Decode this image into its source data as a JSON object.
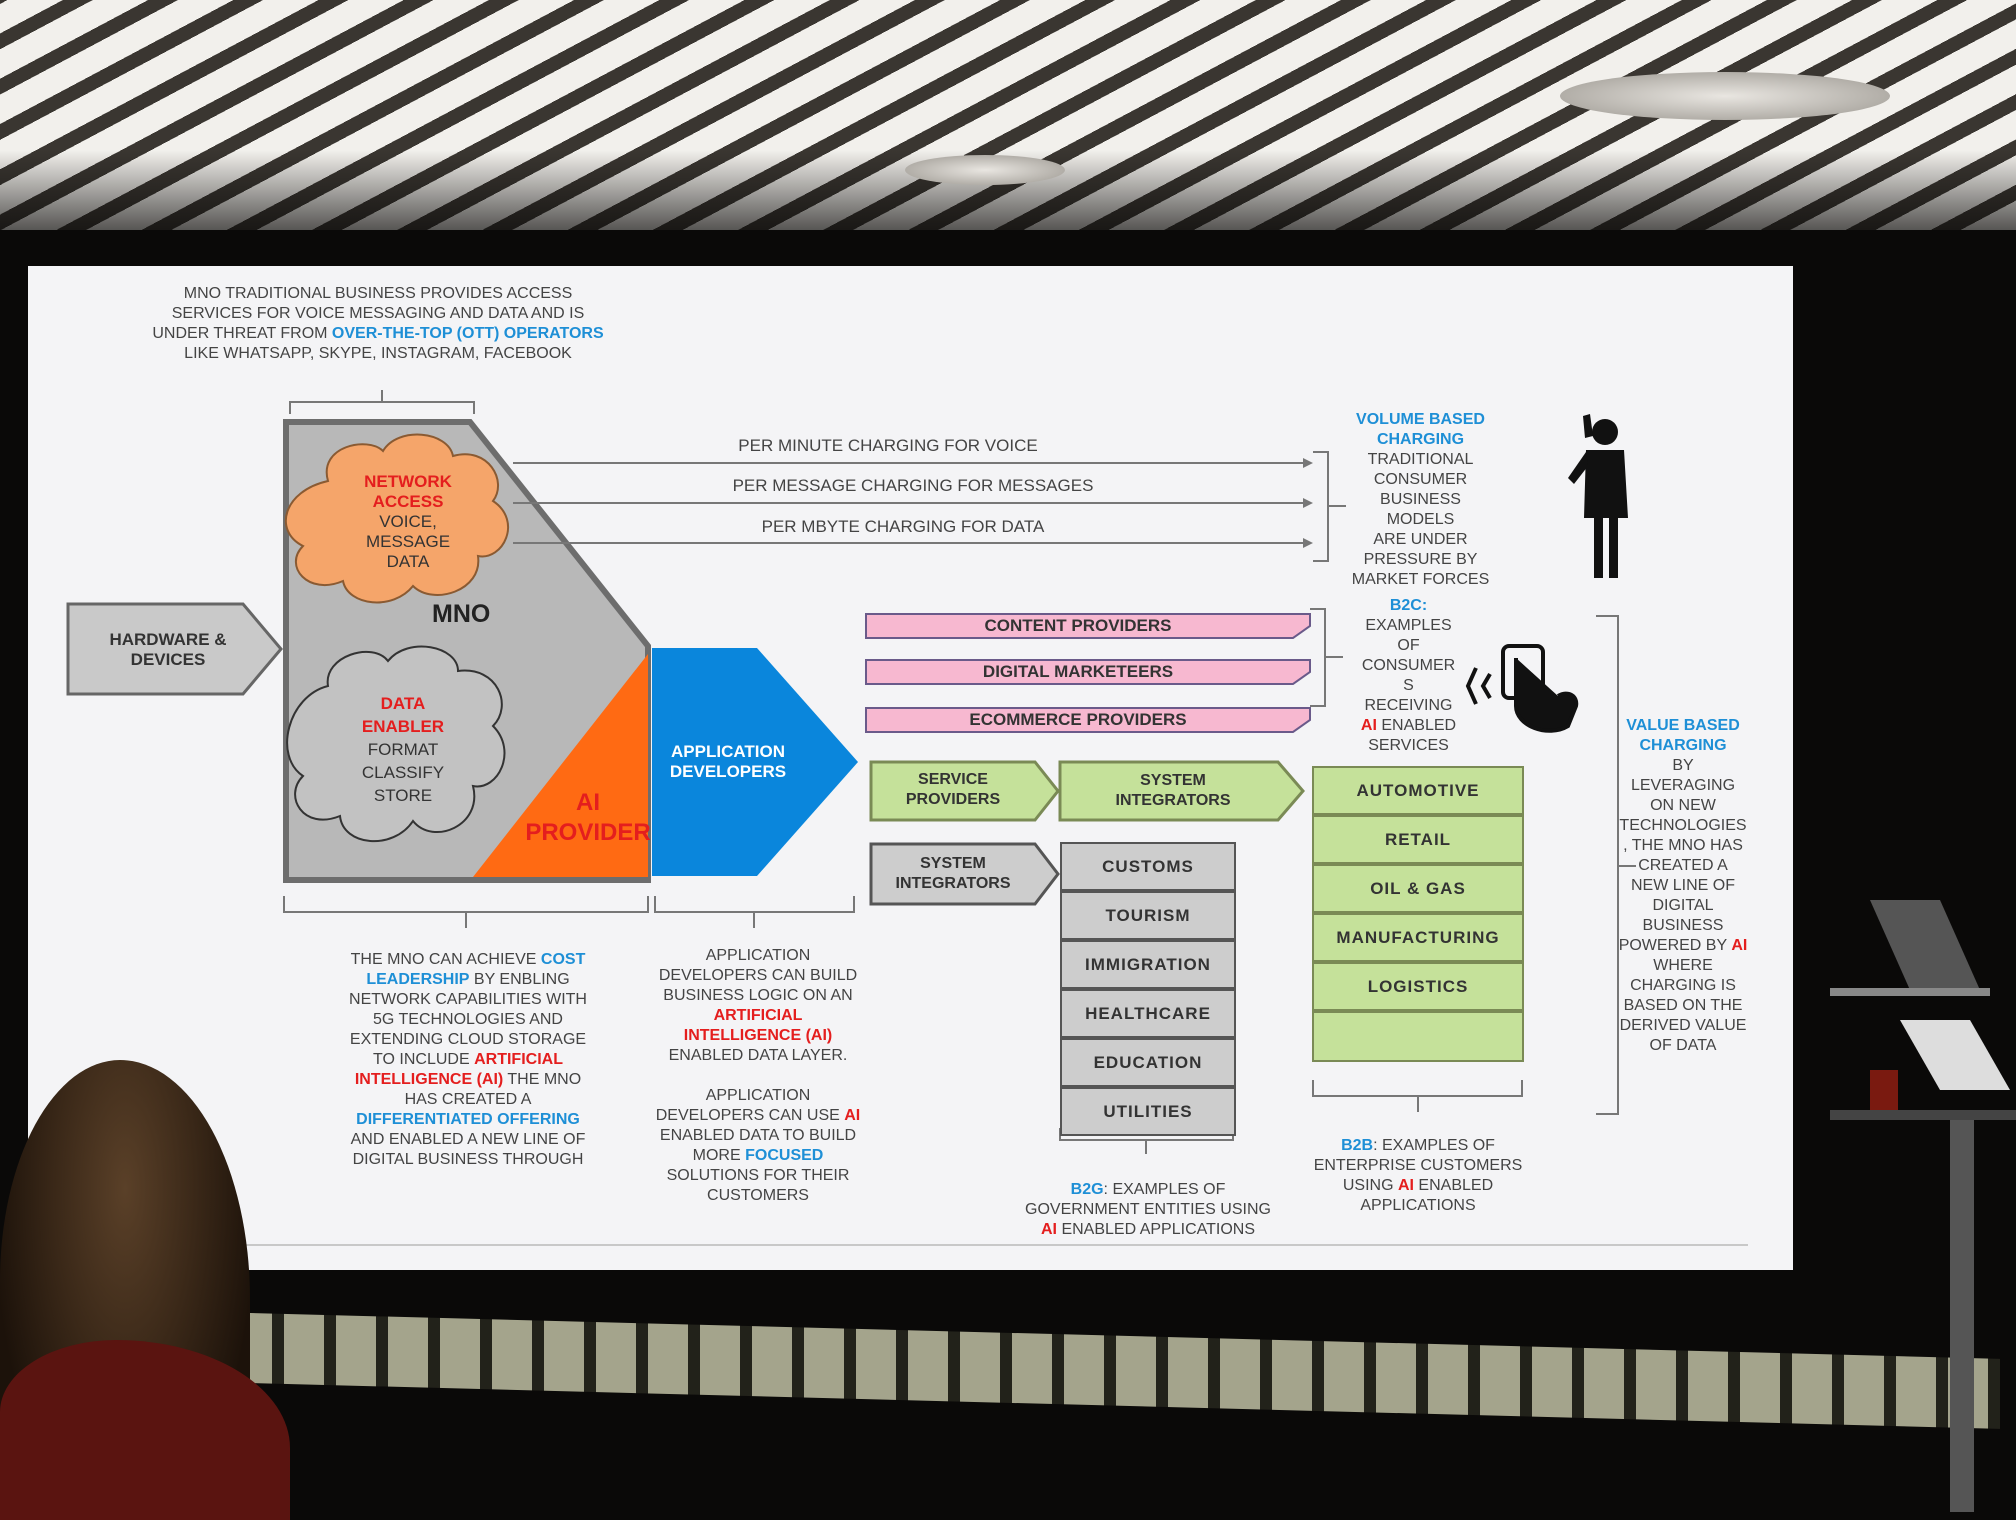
{
  "top_note": [
    "MNO TRADITIONAL BUSINESS PROVIDES ACCESS",
    "SERVICES FOR VOICE MESSAGING AND DATA AND IS",
    "UNDER THREAT FROM ",
    "OVER-THE-TOP (OTT) OPERATORS",
    "LIKE WHATSAPP, SKYPE, INSTAGRAM, FACEBOOK"
  ],
  "network_access": {
    "title1": "NETWORK",
    "title2": "ACCESS",
    "l1": "VOICE,",
    "l2": "MESSAGE",
    "l3": "DATA"
  },
  "mno_label": "MNO",
  "data_enabler": {
    "title1": "DATA",
    "title2": "ENABLER",
    "l1": "FORMAT",
    "l2": "CLASSIFY",
    "l3": "STORE"
  },
  "ai_provider": {
    "l1": "AI",
    "l2": "PROVIDER"
  },
  "hardware": {
    "l1": "HARDWARE &",
    "l2": "DEVICES"
  },
  "app_dev": {
    "l1": "APPLICATION",
    "l2": "DEVELOPERS"
  },
  "charging_lines": [
    "PER MINUTE CHARGING FOR VOICE",
    "PER MESSAGE CHARGING FOR MESSAGES",
    "PER MBYTE CHARGING FOR DATA"
  ],
  "volume": {
    "h1": "VOLUME BASED",
    "h2": "CHARGING",
    "lines": [
      "TRADITIONAL",
      "CONSUMER",
      "BUSINESS MODELS",
      "ARE UNDER",
      "PRESSURE BY",
      "MARKET FORCES"
    ]
  },
  "b2c_bars": [
    "CONTENT PROVIDERS",
    "DIGITAL MARKETEERS",
    "ECOMMERCE PROVIDERS"
  ],
  "b2c": {
    "h": "B2C:",
    "lines": [
      "EXAMPLES",
      "OF",
      "CONSUMER",
      "S",
      "RECEIVING"
    ],
    "ai": "AI",
    "after": " ENABLED",
    "last": "SERVICES"
  },
  "service_providers": {
    "l1": "SERVICE",
    "l2": "PROVIDERS"
  },
  "system_integrators_green": {
    "l1": "SYSTEM",
    "l2": "INTEGRATORS"
  },
  "system_integrators_gray": {
    "l1": "SYSTEM",
    "l2": "INTEGRATORS"
  },
  "b2b_list": [
    "AUTOMOTIVE",
    "RETAIL",
    "OIL & GAS",
    "MANUFACTURING",
    "LOGISTICS",
    ""
  ],
  "b2g_list": [
    "CUSTOMS",
    "TOURISM",
    "IMMIGRATION",
    "HEALTHCARE",
    "EDUCATION",
    "UTILITIES"
  ],
  "value": {
    "h1": "VALUE BASED",
    "h2": "CHARGING",
    "lines": [
      "BY",
      "LEVERAGING",
      "ON NEW",
      "TECHNOLOGIES",
      ", THE MNO HAS",
      "CREATED A",
      "NEW LINE OF",
      "DIGITAL",
      "BUSINESS"
    ],
    "powered": "POWERED BY ",
    "ai": "AI",
    "tail": [
      "WHERE",
      "CHARGING IS",
      "BASED ON THE",
      "DERIVED VALUE",
      "OF DATA"
    ]
  },
  "mno_note": {
    "p1": "THE MNO CAN ACHIEVE ",
    "cost": "COST",
    "lead": "LEADERSHIP",
    "p2": " BY ENBLING",
    "l3": "NETWORK CAPABILITIES WITH",
    "l4": "5G TECHNOLOGIES  AND",
    "l5": "EXTENDING CLOUD STORAGE",
    "l6": "TO INCLUDE ",
    "art": "ARTIFICIAL",
    "intel": "INTELLIGENCE (AI)",
    "l7b": " THE MNO",
    "l8": "HAS CREATED A",
    "diff": "DIFFERENTIATED OFFERING",
    "l10": "AND ENABLED A NEW LINE OF",
    "l11": "DIGITAL BUSINESS THROUGH"
  },
  "app_note": {
    "l1": "APPLICATION",
    "l2": "DEVELOPERS CAN BUILD",
    "l3": "BUSINESS LOGIC ON AN",
    "art": "ARTIFICIAL",
    "intel": "INTELLIGENCE (AI)",
    "l6": "ENABLED DATA LAYER.",
    "l7": "APPLICATION",
    "l8": "DEVELOPERS CAN USE ",
    "ai": "AI",
    "l9": "ENABLED DATA TO BUILD",
    "l10": "MORE ",
    "focused": "FOCUSED",
    "l11": "SOLUTIONS FOR THEIR",
    "l12": "CUSTOMERS"
  },
  "b2g_note": {
    "h": "B2G",
    "rest": ": EXAMPLES OF",
    "l2": "GOVERNMENT ENTITIES USING",
    "ai": "AI",
    "l3": " ENABLED  APPLICATIONS"
  },
  "b2b_note": {
    "h": "B2B",
    "rest": ": EXAMPLES OF",
    "l2": "ENTERPRISE CUSTOMERS",
    "l3a": "USING ",
    "ai": "AI",
    "l3b": " ENABLED",
    "l4": "APPLICATIONS"
  },
  "colors": {
    "orange": "#f5a56a",
    "ai_orange": "#ff6a13",
    "blue": "#0a86dc",
    "pink": "#f7b8d0",
    "green": "#c5e19a",
    "gray": "#cdcdcd"
  }
}
